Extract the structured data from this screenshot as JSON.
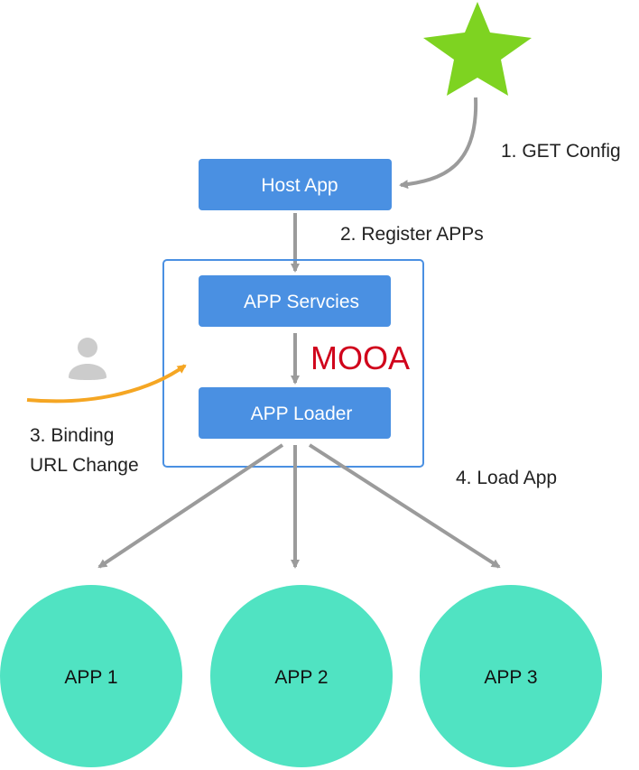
{
  "nodes": {
    "host_app": "Host App",
    "app_services": "APP Servcies",
    "app_loader": "APP Loader",
    "mooa": "MOOA",
    "app1": "APP 1",
    "app2": "APP 2",
    "app3": "APP 3"
  },
  "steps": {
    "get_config": "1. GET Config",
    "register_apps": "2. Register APPs",
    "binding_line1": "3. Binding",
    "binding_line2": "URL Change",
    "load_app": "4. Load App"
  },
  "colors": {
    "box_blue": "#4a90e2",
    "frame_blue": "#4a90e2",
    "circle_teal": "#50e3c2",
    "star_green": "#7ed321",
    "arrow_gray": "#9b9b9b",
    "arrow_orange": "#f5a623",
    "mooa_red": "#d0021b",
    "user_gray": "#cccccc"
  },
  "icons": {
    "config_source": "star-icon",
    "user": "user-icon"
  }
}
